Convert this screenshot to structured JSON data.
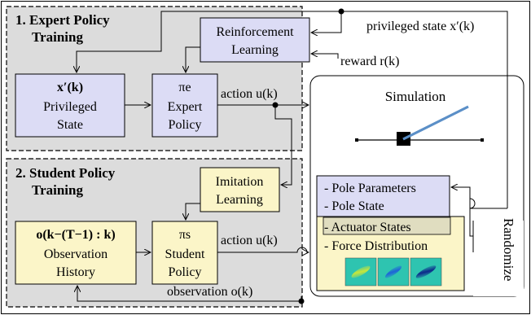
{
  "sections": {
    "expert_title_1": "1. Expert Policy",
    "expert_title_2": "Training",
    "student_title_1": "2. Student Policy",
    "student_title_2": "Training"
  },
  "blocks": {
    "rl_1": "Reinforcement",
    "rl_2": "Learning",
    "priv_math": "x′(k)",
    "priv_1": "Privileged",
    "priv_2": "State",
    "expert_math": "πe",
    "expert_1": "Expert",
    "expert_2": "Policy",
    "il_1": "Imitation",
    "il_2": "Learning",
    "obs_math": "o(k−(T−1) : k)",
    "obs_1": "Observation",
    "obs_2": "History",
    "student_math": "πs",
    "student_1": "Student",
    "student_2": "Policy"
  },
  "signals": {
    "privileged_state": "privileged state x′(k)",
    "reward": "reward r(k)",
    "action_expert": "action u(k)",
    "action_student": "action u(k)",
    "observation": "observation o(k)"
  },
  "simulation": {
    "title": "Simulation",
    "pole_parameters": "- Pole Parameters",
    "pole_state": "- Pole State",
    "actuator_states": "- Actuator States",
    "force_distribution": "- Force Distribution",
    "randomize": "Randomize"
  },
  "colors": {
    "section_bg": "#dcdcdc",
    "expert_block": "#dcdcf5",
    "student_block": "#fbf5c8",
    "actuator_block": "#e0ddc0",
    "pole": "#5b8fc7"
  }
}
